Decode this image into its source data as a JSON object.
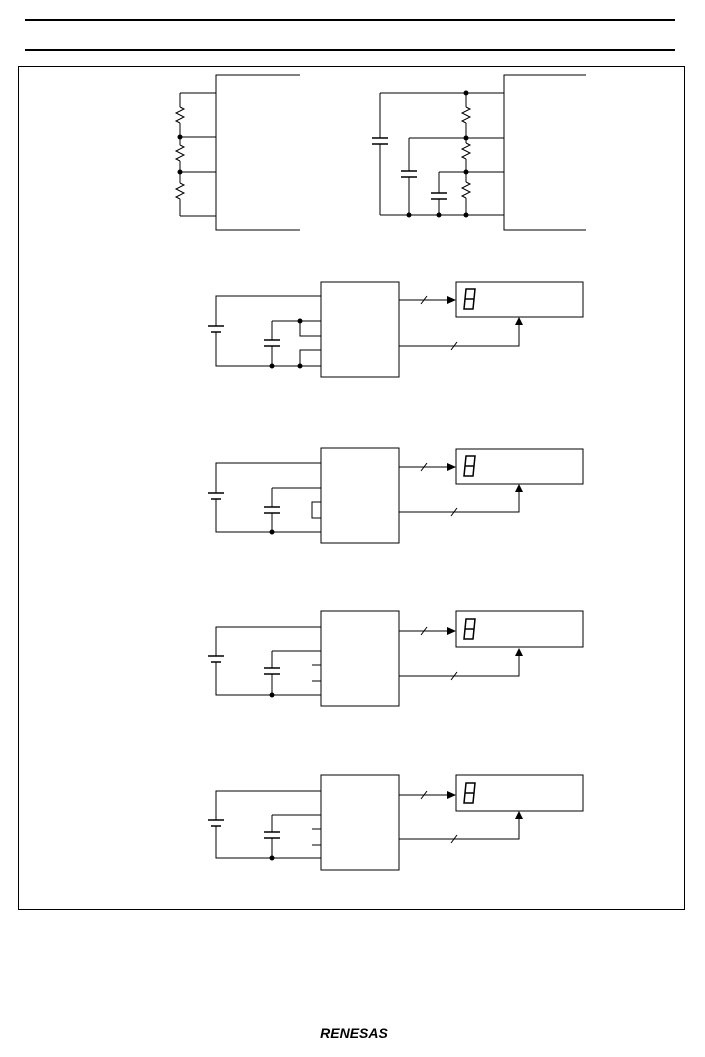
{
  "header": {
    "rules": 2
  },
  "figure": {
    "bias_circuits": [
      {
        "type": "resistor-divider",
        "resistors": 3,
        "capacitors": 0
      },
      {
        "type": "resistor-divider-with-capacitors",
        "resistors": 3,
        "capacitors": 3
      }
    ],
    "lcd_panels": [
      {
        "glyph": "8"
      },
      {
        "glyph": "8"
      },
      {
        "glyph": "8"
      },
      {
        "glyph": "8"
      }
    ]
  },
  "footer": {
    "logo": "RENESAS"
  },
  "colors": {
    "line": "#000000",
    "background": "#ffffff"
  }
}
